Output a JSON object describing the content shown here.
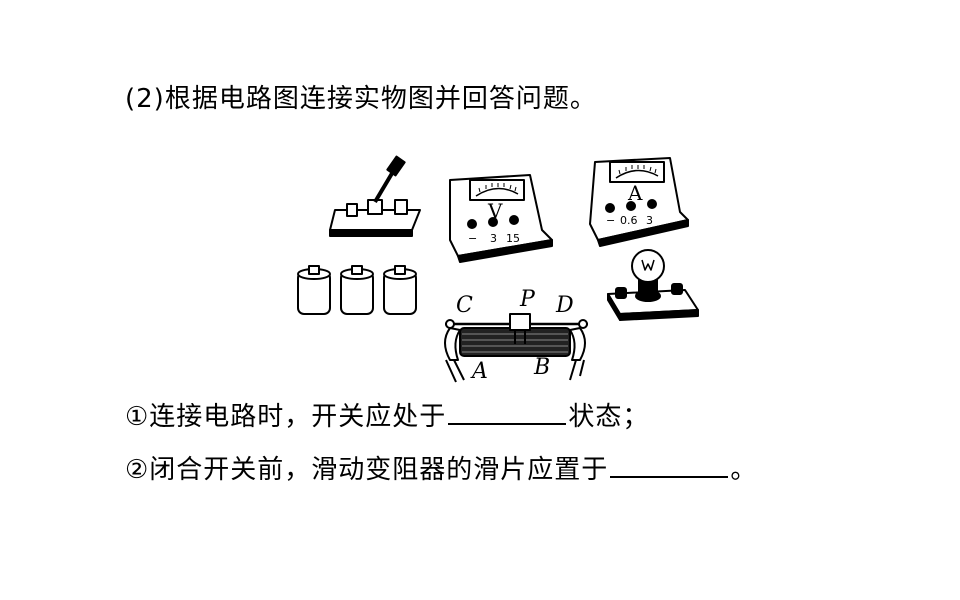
{
  "question": {
    "title": "(2)根据电路图连接实物图并回答问题。",
    "q1_before": "①连接电路时，开关应处于",
    "q1_after": "状态；",
    "q2_before": "②闭合开关前，滑动变阻器的滑片应置于",
    "q2_after": "。"
  },
  "figure": {
    "voltmeter": {
      "letter": "V",
      "terminals": [
        "−",
        "3",
        "15"
      ]
    },
    "ammeter": {
      "letter": "A",
      "terminals": [
        "−",
        "0.6",
        "3"
      ]
    },
    "rheostat": {
      "labels": {
        "C": "C",
        "P": "P",
        "D": "D",
        "A": "A",
        "B": "B"
      }
    }
  }
}
